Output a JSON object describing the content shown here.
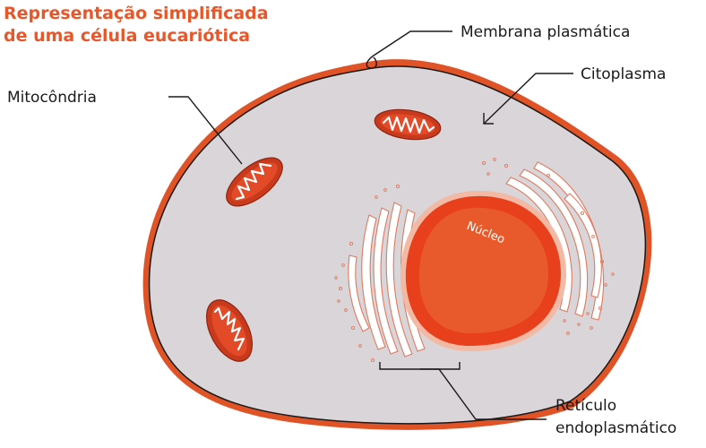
{
  "title": {
    "line1": "Representação simplificada",
    "line2": "de uma célula eucariótica"
  },
  "labels": {
    "membrana": "Membrana plasmática",
    "citoplasma": "Citoplasma",
    "mitocondria": "Mitocôndria",
    "nucleo": "Núcleo",
    "reticulo_line1": "Retículo",
    "reticulo_line2": "endoplasmático"
  },
  "colors": {
    "title": "#e8562a",
    "membrane": "#e05327",
    "cytoplasm": "#d9d5d8",
    "nucleus_outer": "#e8401c",
    "nucleus_inner": "#e85a2c",
    "mitochondria": "#c93a1c"
  }
}
